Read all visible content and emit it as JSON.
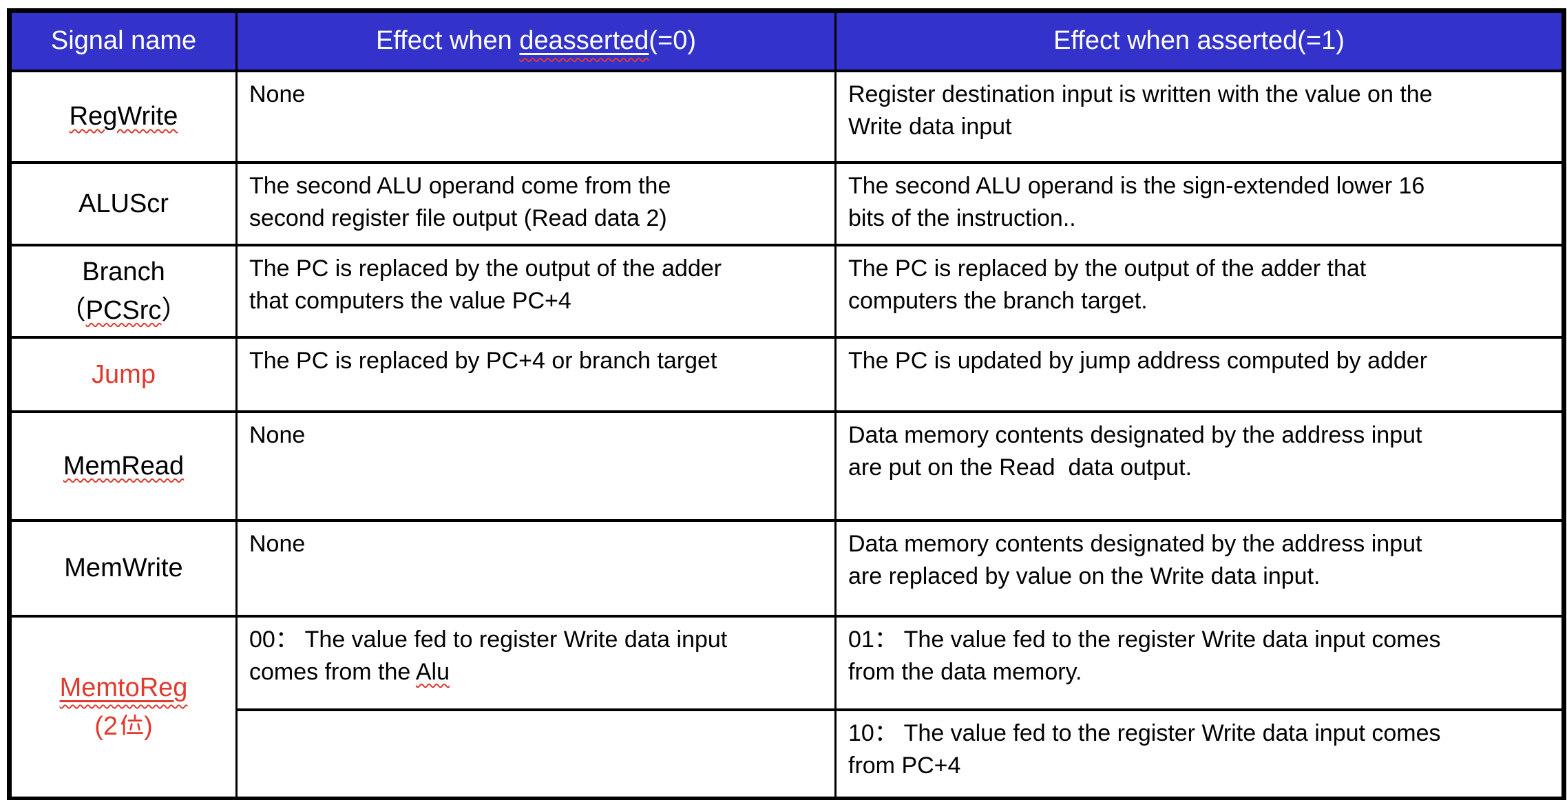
{
  "colors": {
    "header_bg": "#3333cc",
    "header_text": "#ffffff",
    "accent_red": "#e03a2e",
    "border": "#000000"
  },
  "header": {
    "signal": "Signal name",
    "deasserted_prefix": "Effect when ",
    "deasserted_word": "deasserted",
    "deasserted_suffix": "(=0)",
    "asserted": "Effect when asserted(=1)"
  },
  "rows": {
    "regwrite": {
      "name": "RegWrite",
      "deasserted_line1": "None",
      "asserted_line1": "Register destination input is written with the value on the",
      "asserted_line2": "Write data input"
    },
    "aluscr": {
      "name": "ALUScr",
      "deasserted_line1": "The second ALU operand come from the",
      "deasserted_line2": "second register file output (Read data 2)",
      "asserted_line1": "The second ALU operand is the sign-extended lower 16",
      "asserted_line2": "bits of the instruction.."
    },
    "branch": {
      "name_line1": "Branch",
      "name_open": "（",
      "name_word": "PCSrc",
      "name_close": "）",
      "deasserted_line1": "The PC is replaced by the output of the adder",
      "deasserted_line2": "that computers the value PC+4",
      "asserted_line1": "The PC is replaced by the output of the adder that",
      "asserted_line2": "computers the branch target."
    },
    "jump": {
      "name": "Jump",
      "deasserted_line1": "The PC is replaced by PC+4 or branch target",
      "asserted_line1": "The PC is updated by jump address computed by adder"
    },
    "memread": {
      "name": "MemRead",
      "deasserted_line1": "None",
      "asserted_line1": "Data memory contents designated by the address input",
      "asserted_line2": "are put on the Read  data output."
    },
    "memwrite": {
      "name": "MemWrite",
      "deasserted_line1": "None",
      "asserted_line1": "Data memory contents designated by the address input",
      "asserted_line2": "are replaced by value on the Write data input."
    },
    "memtoreg": {
      "name": "MemtoReg",
      "name_line2_prefix": "(2",
      "name_line2_cjk": "位",
      "name_line2_suffix": ")",
      "deasserted_line1": "00： The value fed to register Write data input",
      "deasserted_line2_prefix": "comes from the ",
      "deasserted_line2_word": "Alu",
      "asserted01_line1": "01： The value fed to the register Write data input comes",
      "asserted01_line2": "from the data memory.",
      "asserted10_line1": "10： The value fed to the register Write data input comes",
      "asserted10_line2": "from PC+4"
    }
  }
}
